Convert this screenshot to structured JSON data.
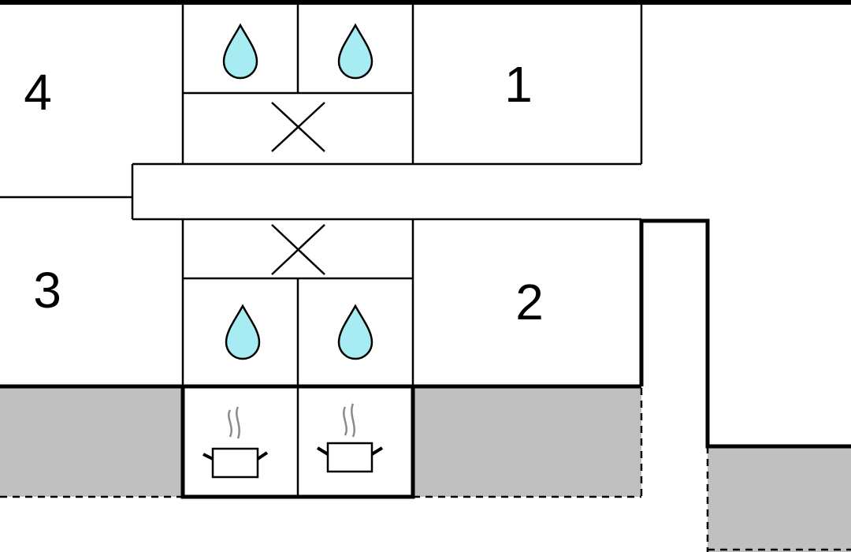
{
  "plan": {
    "rooms": [
      {
        "id": "room-1",
        "label": "1"
      },
      {
        "id": "room-2",
        "label": "2"
      },
      {
        "id": "room-3",
        "label": "3"
      },
      {
        "id": "room-4",
        "label": "4"
      }
    ],
    "fixtures": {
      "water_points": 4,
      "ventilation_shafts": 2,
      "cooking_points": 2
    },
    "colors": {
      "line": "#000000",
      "water": "#a8ecf3",
      "shaded_area": "#c0c0c0",
      "steam": "#8a8a8a",
      "background": "#ffffff"
    }
  }
}
